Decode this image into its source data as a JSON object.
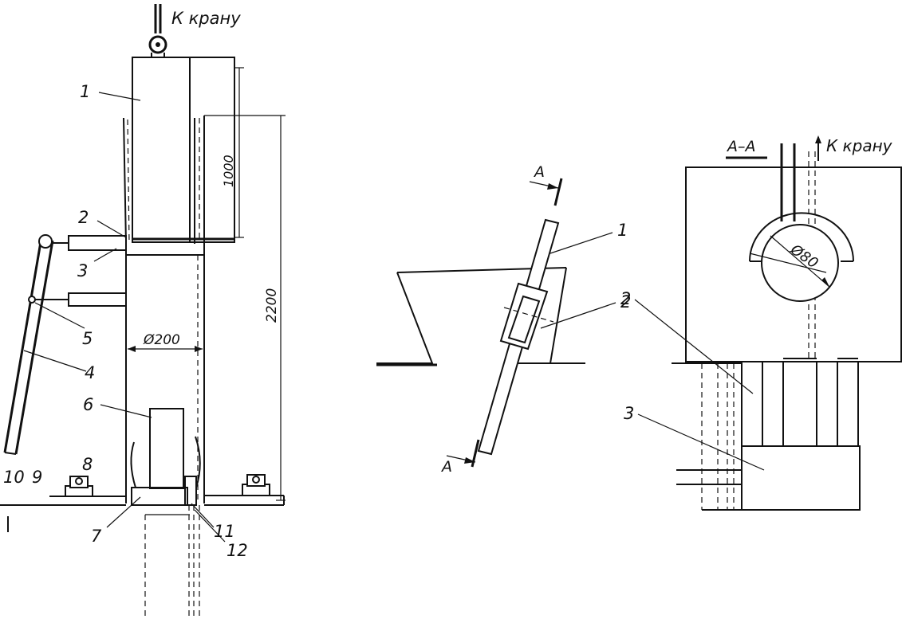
{
  "left_view": {
    "crane_label": "К крану",
    "dim_1000": "1000",
    "dim_2200": "2200",
    "dim_d200": "Ø200",
    "labels": {
      "l1": "1",
      "l2": "2",
      "l3": "3",
      "l4": "4",
      "l5": "5",
      "l6": "6",
      "l7": "7",
      "l8": "8",
      "l9": "9",
      "l10": "10",
      "l11": "11",
      "l12": "12"
    }
  },
  "middle_view": {
    "section_mark": "А",
    "labels": {
      "l1": "1",
      "l2": "2"
    }
  },
  "right_view": {
    "section_title": "А–А",
    "crane_label": "К крану",
    "dim_d80": "Ø80",
    "labels": {
      "l2": "2",
      "l3": "3"
    }
  }
}
